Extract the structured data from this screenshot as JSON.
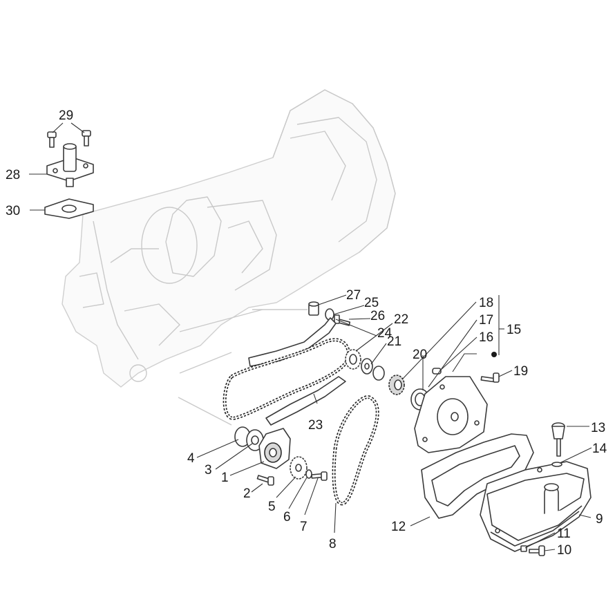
{
  "callouts": {
    "p1": "1",
    "p2": "2",
    "p3": "3",
    "p4": "4",
    "p5": "5",
    "p6": "6",
    "p7": "7",
    "p8": "8",
    "p9": "9",
    "p10": "10",
    "p11": "11",
    "p12": "12",
    "p13": "13",
    "p14": "14",
    "p15": "15",
    "p16": "16",
    "p17": "17",
    "p18": "18",
    "p19": "19",
    "p20": "20",
    "p21": "21",
    "p22": "22",
    "p23": "23",
    "p24": "24",
    "p25": "25",
    "p26": "26",
    "p27": "27",
    "p28": "28",
    "p29": "29",
    "p30": "30"
  },
  "colors": {
    "line": "#3a3a3a",
    "ghost": "#c9c9c9",
    "text": "#1a1a1a"
  }
}
